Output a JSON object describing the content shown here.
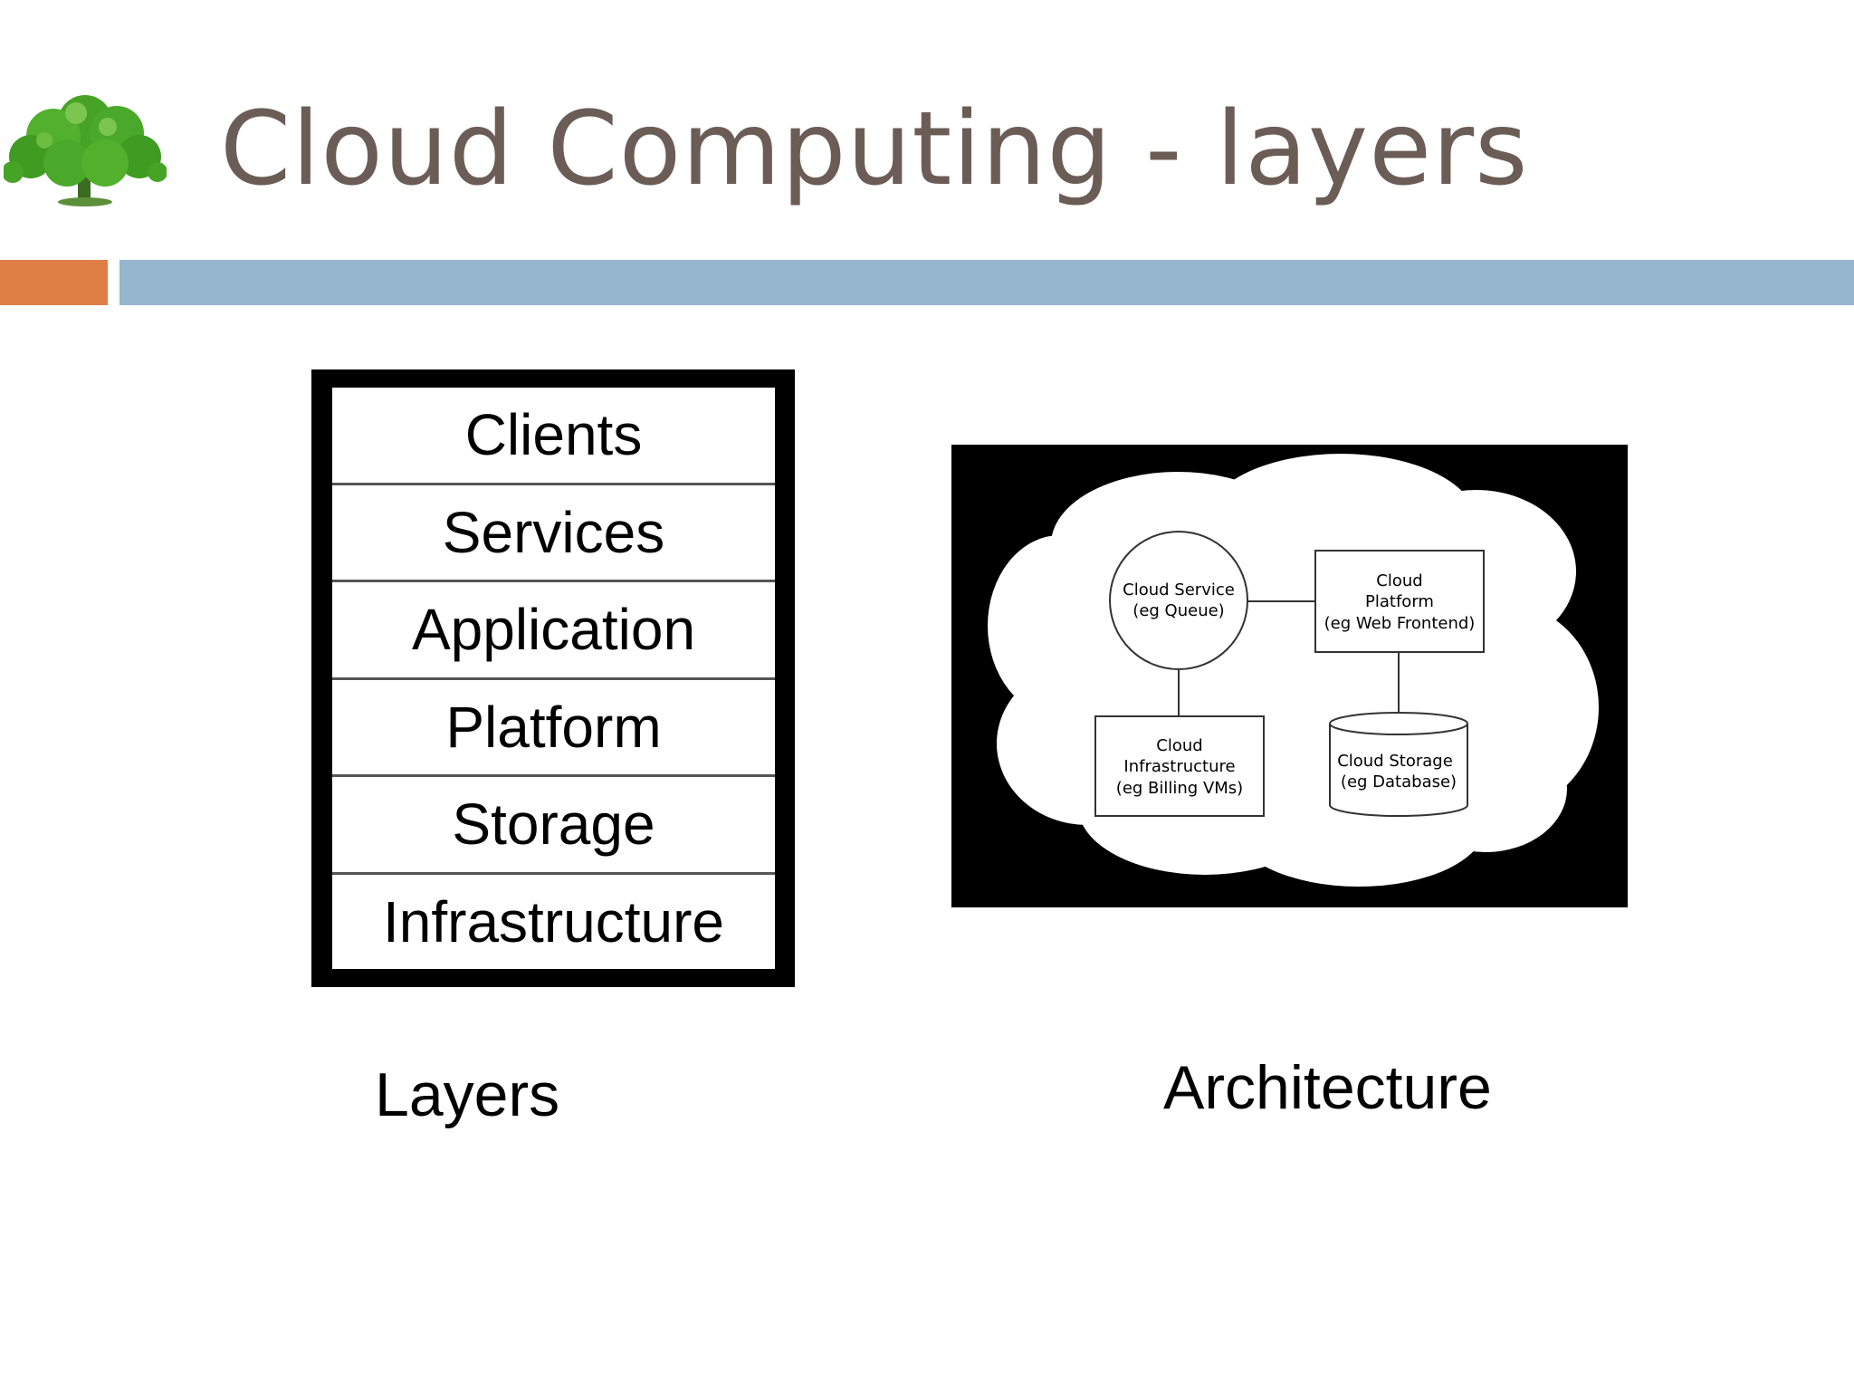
{
  "slide": {
    "title": "Cloud Computing - layers"
  },
  "layers": {
    "items": [
      "Clients",
      "Services",
      "Application",
      "Platform",
      "Storage",
      "Infrastructure"
    ],
    "caption": "Layers"
  },
  "architecture": {
    "service": {
      "line1": "Cloud Service",
      "line2": "(eg Queue)"
    },
    "platform": {
      "line1": "Cloud",
      "line2": "Platform",
      "line3": "(eg Web Frontend)"
    },
    "infrastructure": {
      "line1": "Cloud",
      "line2": "Infrastructure",
      "line3": "(eg Billing VMs)"
    },
    "storage": {
      "line1": "Cloud Storage",
      "line2": "(eg Database)"
    },
    "caption": "Architecture"
  },
  "colors": {
    "title": "#6b5d56",
    "accent_orange": "#e07f45",
    "accent_blue": "#96b6d0",
    "tree_green": "#4aa82a"
  }
}
